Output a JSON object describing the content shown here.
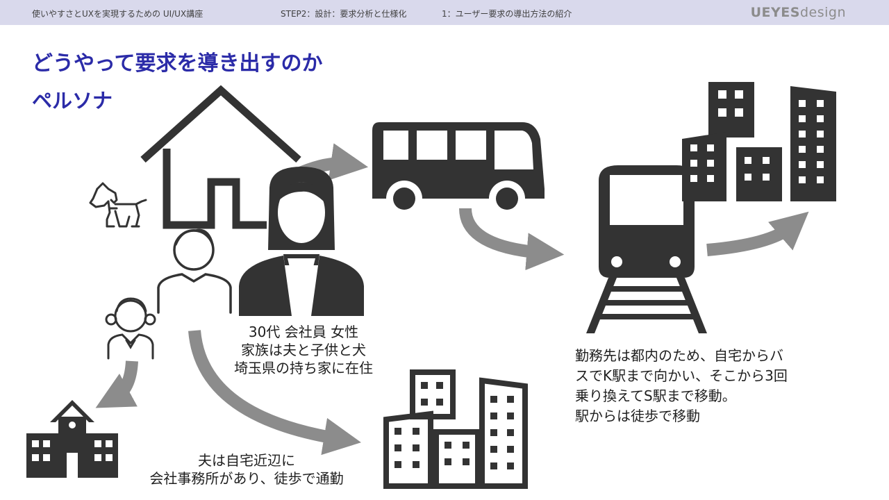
{
  "header": {
    "course": "使いやすさとUXを実現するための UI/UX講座",
    "step": "STEP2：設計：要求分析と仕様化",
    "section": "1：ユーザー要求の導出方法の紹介",
    "brand_bold": "UEYES",
    "brand_light": "design"
  },
  "title": {
    "main": "どうやって要求を導き出すのか",
    "sub": "ペルソナ"
  },
  "persona_caption": [
    "30代 会社員 女性",
    "家族は夫と子供と犬",
    "埼玉県の持ち家に在住"
  ],
  "husband_caption": [
    "夫は自宅近辺に",
    "会社事務所があり、徒歩で通勤"
  ],
  "commute_caption": [
    "勤務先は都内のため、自宅からバ",
    "スでK駅まで向かい、そこから3回",
    "乗り換えてS駅まで移動。",
    "駅からは徒歩で移動"
  ],
  "icons": [
    "house-icon",
    "dog-icon",
    "woman-icon",
    "man-icon",
    "girl-icon",
    "school-icon",
    "bus-icon",
    "train-icon",
    "city-buildings-icon",
    "office-buildings-icon"
  ],
  "colors": {
    "header_bg": "#d9d9ec",
    "title": "#2b2ba8",
    "icon": "#333333",
    "arrow": "#8c8c8c"
  }
}
